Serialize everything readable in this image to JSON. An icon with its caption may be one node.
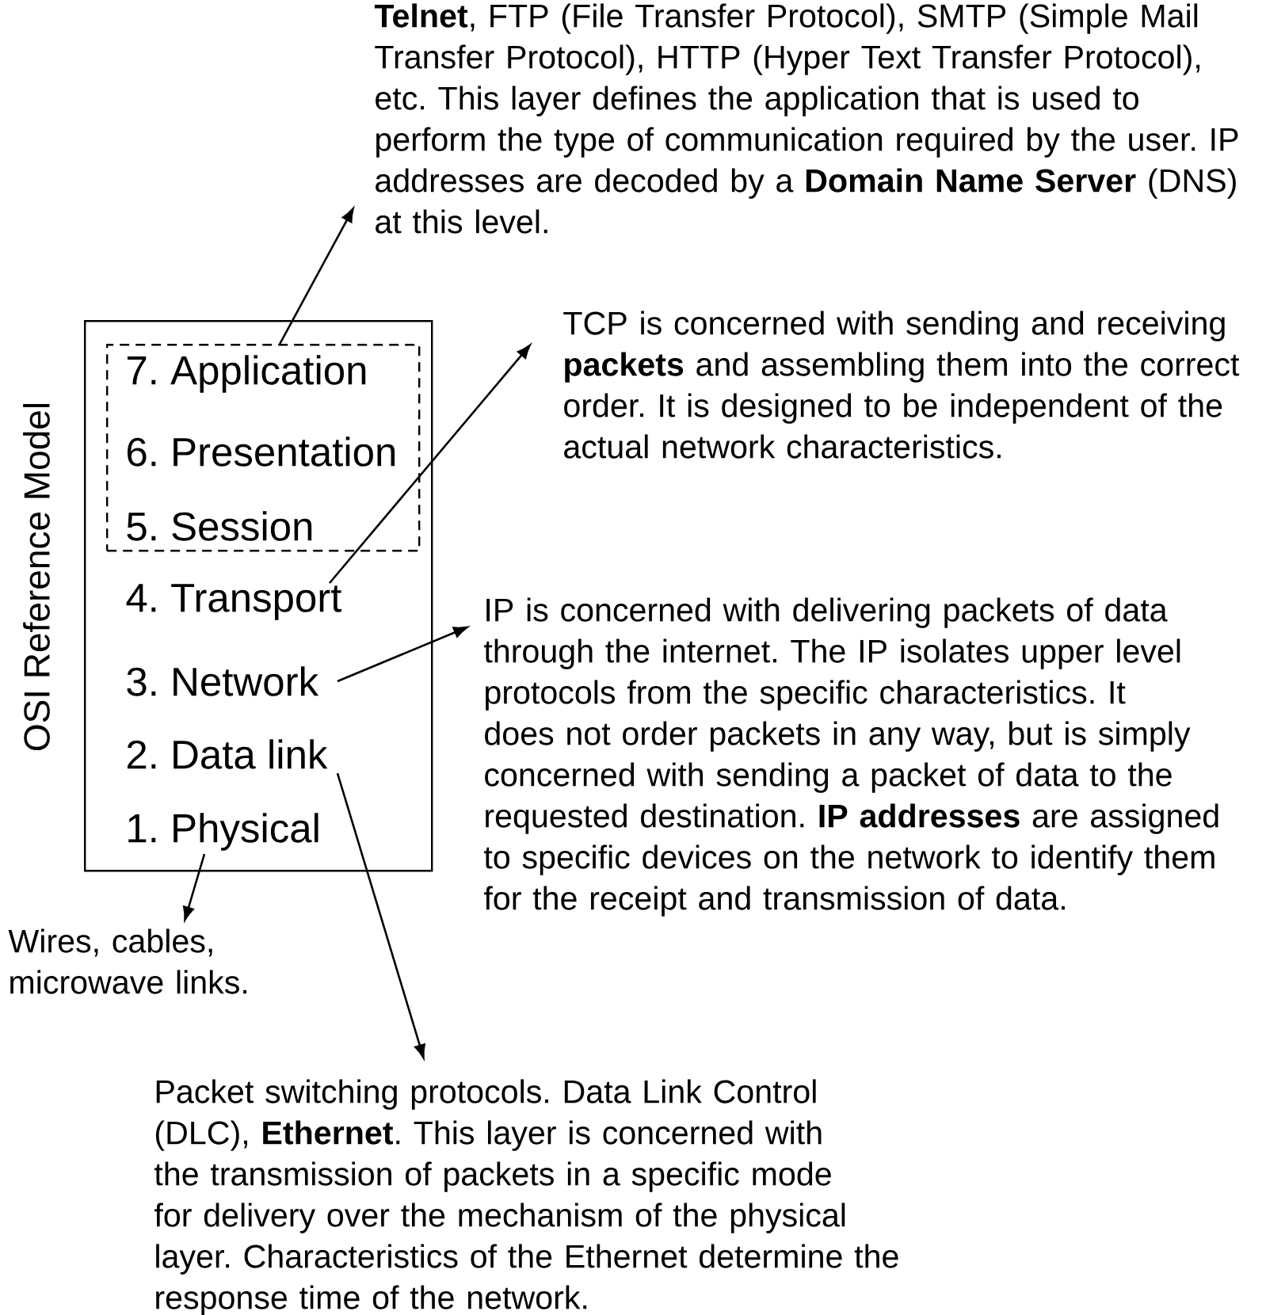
{
  "diagram": {
    "nodes": [
      {
        "text": [
          "OSI Reference Model"
        ]
      },
      {
        "text": [],
        "shape": "box",
        "in": 0
      },
      {
        "text": [
          "7. Application"
        ],
        "in": 1
      },
      {
        "text": [
          "6. Presentation"
        ],
        "in": 1
      },
      {
        "text": [
          "5. Session"
        ],
        "in": 1
      },
      {
        "text": [
          "4. Transport"
        ],
        "in": 0
      },
      {
        "text": [
          "3. Network"
        ],
        "in": 0
      },
      {
        "text": [
          "2. Data link"
        ],
        "in": 0
      },
      {
        "text": [
          "1. Physical"
        ],
        "in": 0
      },
      {
        "text": [
          "**Telnet**, FTP (File Transfer Protocol), SMTP (Simple Mail Transfer Protocol), HTTP (Hyper Text Transfer Protocol), etc. This layer defines the application that is used to perform the type of communication required by the user. IP addresses are decoded by a **Domain Name Server** (DNS) at this level."
        ]
      },
      {
        "text": [
          "TCP is concerned with sending and receiving **packets** and assembling them into the correct order. It is designed to be independent of the actual network characteristics."
        ]
      },
      {
        "text": [
          "IP is concerned with delivering packets of data through the internet. The IP isolates upper level protocols from the specific characteristics. It does not order packets in any way, but is simply concerned with sending a packet of data to the requested destination. **IP addresses** are assigned to specific devices on the network to identify them for the receipt and transmission of data."
        ]
      },
      {
        "text": [
          "Wires, cables, microwave links."
        ]
      },
      {
        "text": [
          "Packet switching protocols. Data Link Control (DLC), **Ethernet**. This layer is concerned with the transmission of packets in a specific mode for delivery over the mechanism of the physical layer. Characteristics of the Ethernet determine the response time of the network."
        ]
      }
    ],
    "edges": [
      {
        "from": 1,
        "to": 9,
        "arrow": "to"
      },
      {
        "from": 5,
        "to": 10,
        "arrow": "to"
      },
      {
        "from": 6,
        "to": 11,
        "arrow": "to"
      },
      {
        "from": 8,
        "to": 12,
        "arrow": "to"
      },
      {
        "from": 7,
        "to": 13,
        "arrow": "to"
      }
    ]
  }
}
